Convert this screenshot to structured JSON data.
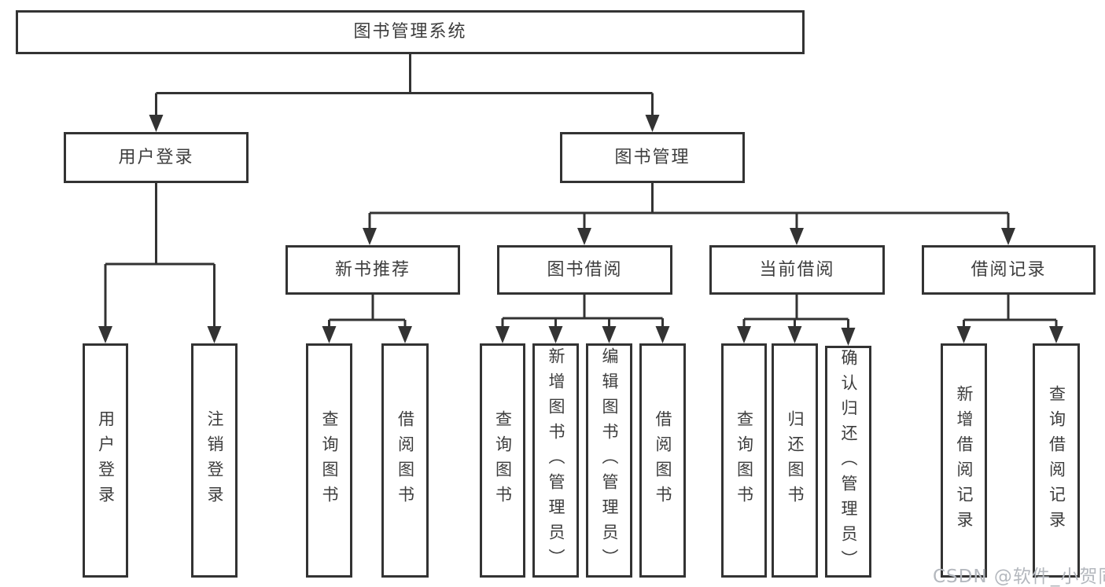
{
  "tree": {
    "label": "图书管理系统",
    "children": [
      {
        "label": "用户登录",
        "children": [
          {
            "label": "用户登录"
          },
          {
            "label": "注销登录"
          }
        ]
      },
      {
        "label": "图书管理",
        "children": [
          {
            "label": "新书推荐",
            "children": [
              {
                "label": "查询图书"
              },
              {
                "label": "借阅图书"
              }
            ]
          },
          {
            "label": "图书借阅",
            "children": [
              {
                "label": "查询图书"
              },
              {
                "label": "新增图书（管理员）"
              },
              {
                "label": "编辑图书（管理员）"
              },
              {
                "label": "借阅图书"
              }
            ]
          },
          {
            "label": "当前借阅",
            "children": [
              {
                "label": "查询图书"
              },
              {
                "label": "归还图书"
              },
              {
                "label": "确认归还（管理员）"
              }
            ]
          },
          {
            "label": "借阅记录",
            "children": [
              {
                "label": "新增借阅记录"
              },
              {
                "label": "查询借阅记录"
              }
            ]
          }
        ]
      }
    ]
  },
  "watermark": "CSDN @软件_小贺同学",
  "colors": {
    "line": "#333333",
    "box_border": "#333333",
    "box_fill": "#ffffff",
    "text": "#3d3d3d",
    "background": "#ffffff",
    "watermark": "#b4b8be"
  }
}
